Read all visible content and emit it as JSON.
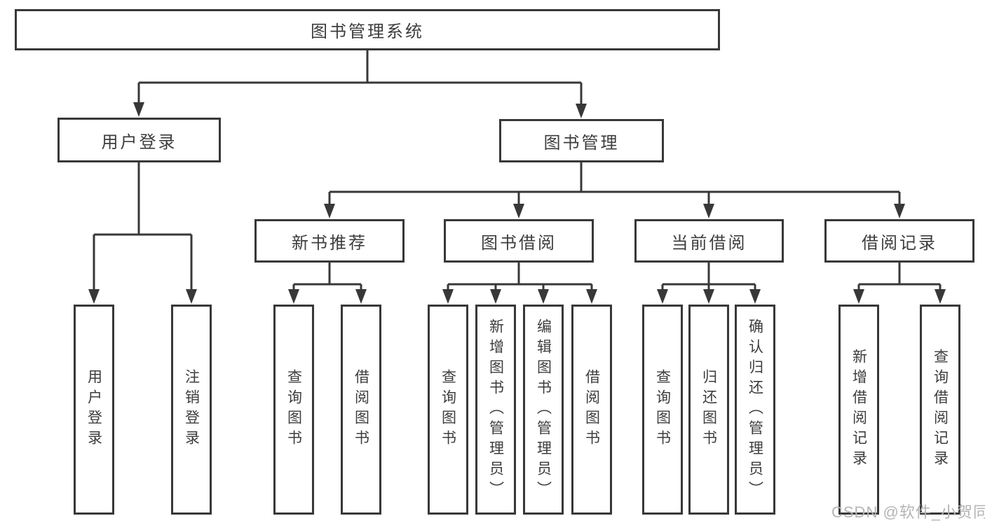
{
  "tree": {
    "root": {
      "label": "图书管理系统",
      "children": [
        {
          "label": "用户登录",
          "children": [
            {
              "label": "用户登录"
            },
            {
              "label": "注销登录"
            }
          ]
        },
        {
          "label": "图书管理",
          "children": [
            {
              "label": "新书推荐",
              "children": [
                {
                  "label": "查询图书"
                },
                {
                  "label": "借阅图书"
                }
              ]
            },
            {
              "label": "图书借阅",
              "children": [
                {
                  "label": "查询图书"
                },
                {
                  "label": "新增图书（管理员）"
                },
                {
                  "label": "编辑图书（管理员）"
                },
                {
                  "label": "借阅图书"
                }
              ]
            },
            {
              "label": "当前借阅",
              "children": [
                {
                  "label": "查询图书"
                },
                {
                  "label": "归还图书"
                },
                {
                  "label": "确认归还（管理员）"
                }
              ]
            },
            {
              "label": "借阅记录",
              "children": [
                {
                  "label": "新增借阅记录"
                },
                {
                  "label": "查询借阅记录"
                }
              ]
            }
          ]
        }
      ]
    }
  },
  "watermark": {
    "text": "CSDN @软件_小贺同学"
  },
  "colors": {
    "line": "#383838",
    "text": "#3d3d3d",
    "background": "#ffffff",
    "watermark": "#b4b4b4"
  }
}
